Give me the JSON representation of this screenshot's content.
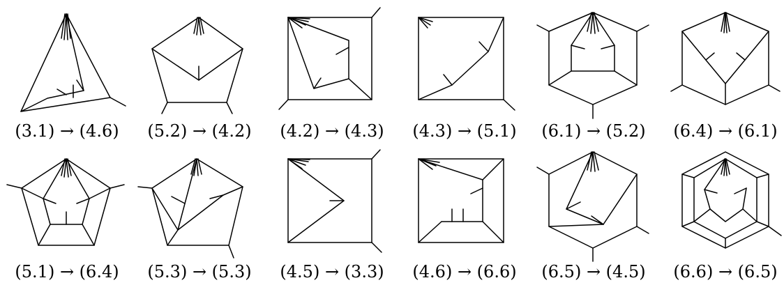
{
  "figure": {
    "line_color": "#000000",
    "background": "#ffffff",
    "row1": [
      {
        "caption": "(3.1) → (4.6)"
      },
      {
        "caption": "(5.2) → (4.2)"
      },
      {
        "caption": "(4.2) → (4.3)"
      },
      {
        "caption": "(4.3) → (5.1)"
      },
      {
        "caption": "(6.1) → (5.2)"
      },
      {
        "caption": "(6.4) → (6.1)"
      }
    ],
    "row2": [
      {
        "caption": "(5.1) → (6.4)"
      },
      {
        "caption": "(5.3) → (5.3)"
      },
      {
        "caption": "(4.5) → (3.3)"
      },
      {
        "caption": "(4.6) → (6.6)"
      },
      {
        "caption": "(6.5) → (4.5)"
      },
      {
        "caption": "(6.6) → (6.5)"
      }
    ]
  }
}
